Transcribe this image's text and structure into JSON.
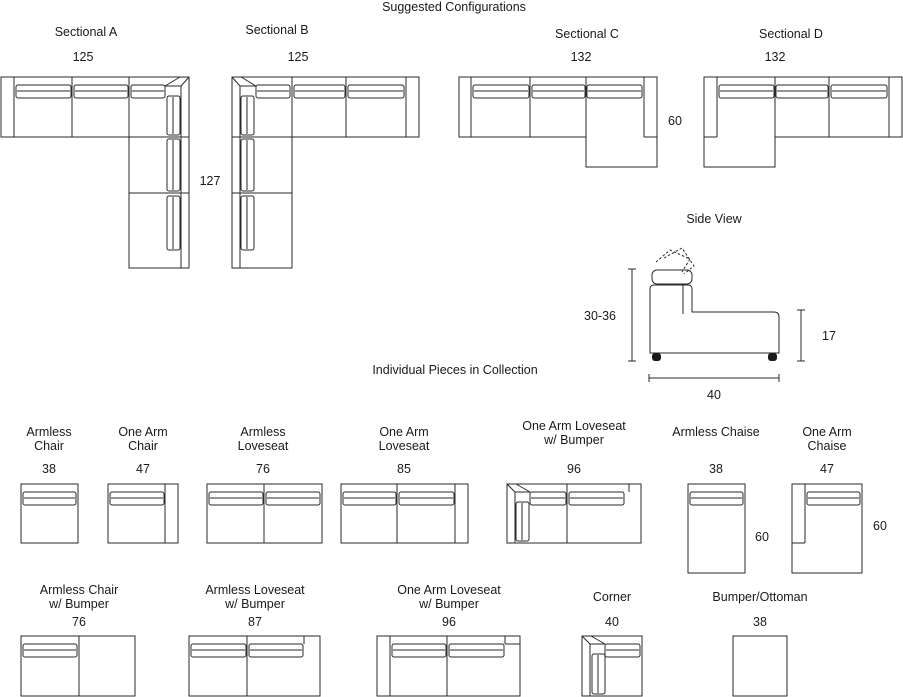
{
  "headings": {
    "suggested": "Suggested Configurations",
    "individual": "Individual Pieces in Collection",
    "side_view": "Side View"
  },
  "sectionals": [
    {
      "name": "Sectional A",
      "width": "125",
      "depth": "127"
    },
    {
      "name": "Sectional B",
      "width": "125"
    },
    {
      "name": "Sectional C",
      "width": "132",
      "depth": "60"
    },
    {
      "name": "Sectional D",
      "width": "132"
    }
  ],
  "side_view": {
    "height": "30-36",
    "seat_height": "17",
    "depth": "40"
  },
  "pieces": [
    {
      "line1": "Armless",
      "line2": "Chair",
      "width": "38"
    },
    {
      "line1": "One Arm",
      "line2": "Chair",
      "width": "47"
    },
    {
      "line1": "Armless",
      "line2": "Loveseat",
      "width": "76"
    },
    {
      "line1": "One Arm",
      "line2": "Loveseat",
      "width": "85"
    },
    {
      "line1": "One Arm Loveseat",
      "line2": "w/ Bumper",
      "width": "96"
    },
    {
      "line1": "Armless Chaise",
      "line2": "",
      "width": "38",
      "depth": "60"
    },
    {
      "line1": "One Arm",
      "line2": "Chaise",
      "width": "47",
      "depth": "60"
    },
    {
      "line1": "Armless Chair",
      "line2": "w/ Bumper",
      "width": "76"
    },
    {
      "line1": "Armless Loveseat",
      "line2": "w/ Bumper",
      "width": "87"
    },
    {
      "line1": "One Arm  Loveseat",
      "line2": "w/ Bumper",
      "width": "96"
    },
    {
      "line1": "Corner",
      "line2": "",
      "width": "40"
    },
    {
      "line1": "Bumper/Ottoman",
      "line2": "",
      "width": "38"
    }
  ]
}
